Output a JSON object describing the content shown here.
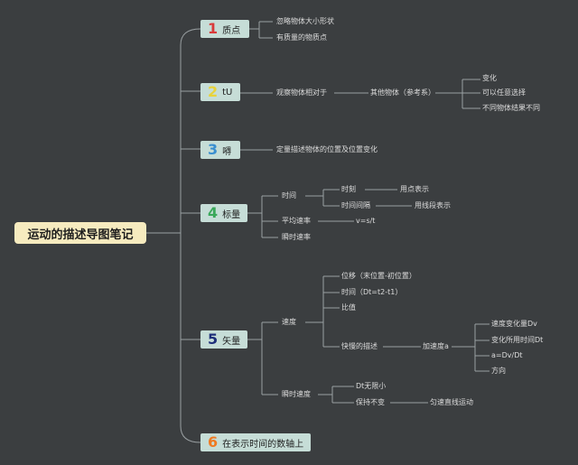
{
  "root": "运动的描述导图笔记",
  "colors": {
    "background": "#3b3e40",
    "root_fill": "#f6ebbf",
    "topic_fill": "#c6ddd7",
    "line": "#9aa0a2",
    "num1": "#d93a3a",
    "num2": "#e8d33a",
    "num3": "#3a8fd0",
    "num4": "#3aa85a",
    "num5": "#1e2f7a",
    "num6": "#ef7a22"
  },
  "topics": [
    {
      "num": "1",
      "label": "质点"
    },
    {
      "num": "2",
      "label": "tU"
    },
    {
      "num": "3",
      "label": "嘚"
    },
    {
      "num": "4",
      "label": "标量"
    },
    {
      "num": "5",
      "label": "矢量"
    },
    {
      "num": "6",
      "label": "在表示时间的数轴上"
    }
  ],
  "t1": {
    "a": "忽略物体大小形状",
    "b": "有质量的物质点"
  },
  "t2": {
    "a": "观察物体相对于",
    "b": "其他物体（参考系）",
    "c": "变化",
    "d": "可以任意选择",
    "e": "不同物体结果不同"
  },
  "t3": {
    "a": "定量描述物体的位置及位置变化"
  },
  "t4": {
    "a": "时间",
    "a1": "时刻",
    "a1a": "用点表示",
    "a2": "时间间隔",
    "a2a": "用线段表示",
    "b": "平均速率",
    "b1": "v=s/t",
    "c": "瞬时速率"
  },
  "t5": {
    "a": "速度",
    "a1": "位移（末位置-初位置）",
    "a2": "时间（Dt=t2-t1）",
    "a3": "比值",
    "a4": "快慢的描述",
    "a4a": "加速度a",
    "a4a1": "速度变化量Dv",
    "a4a2": "变化所用时间Dt",
    "a4a3": "a=Dv/Dt",
    "a4a4": "方向",
    "b": "瞬时速度",
    "b1": "Dt无限小",
    "b2": "保持不变",
    "b2a": "匀速直线运动"
  }
}
